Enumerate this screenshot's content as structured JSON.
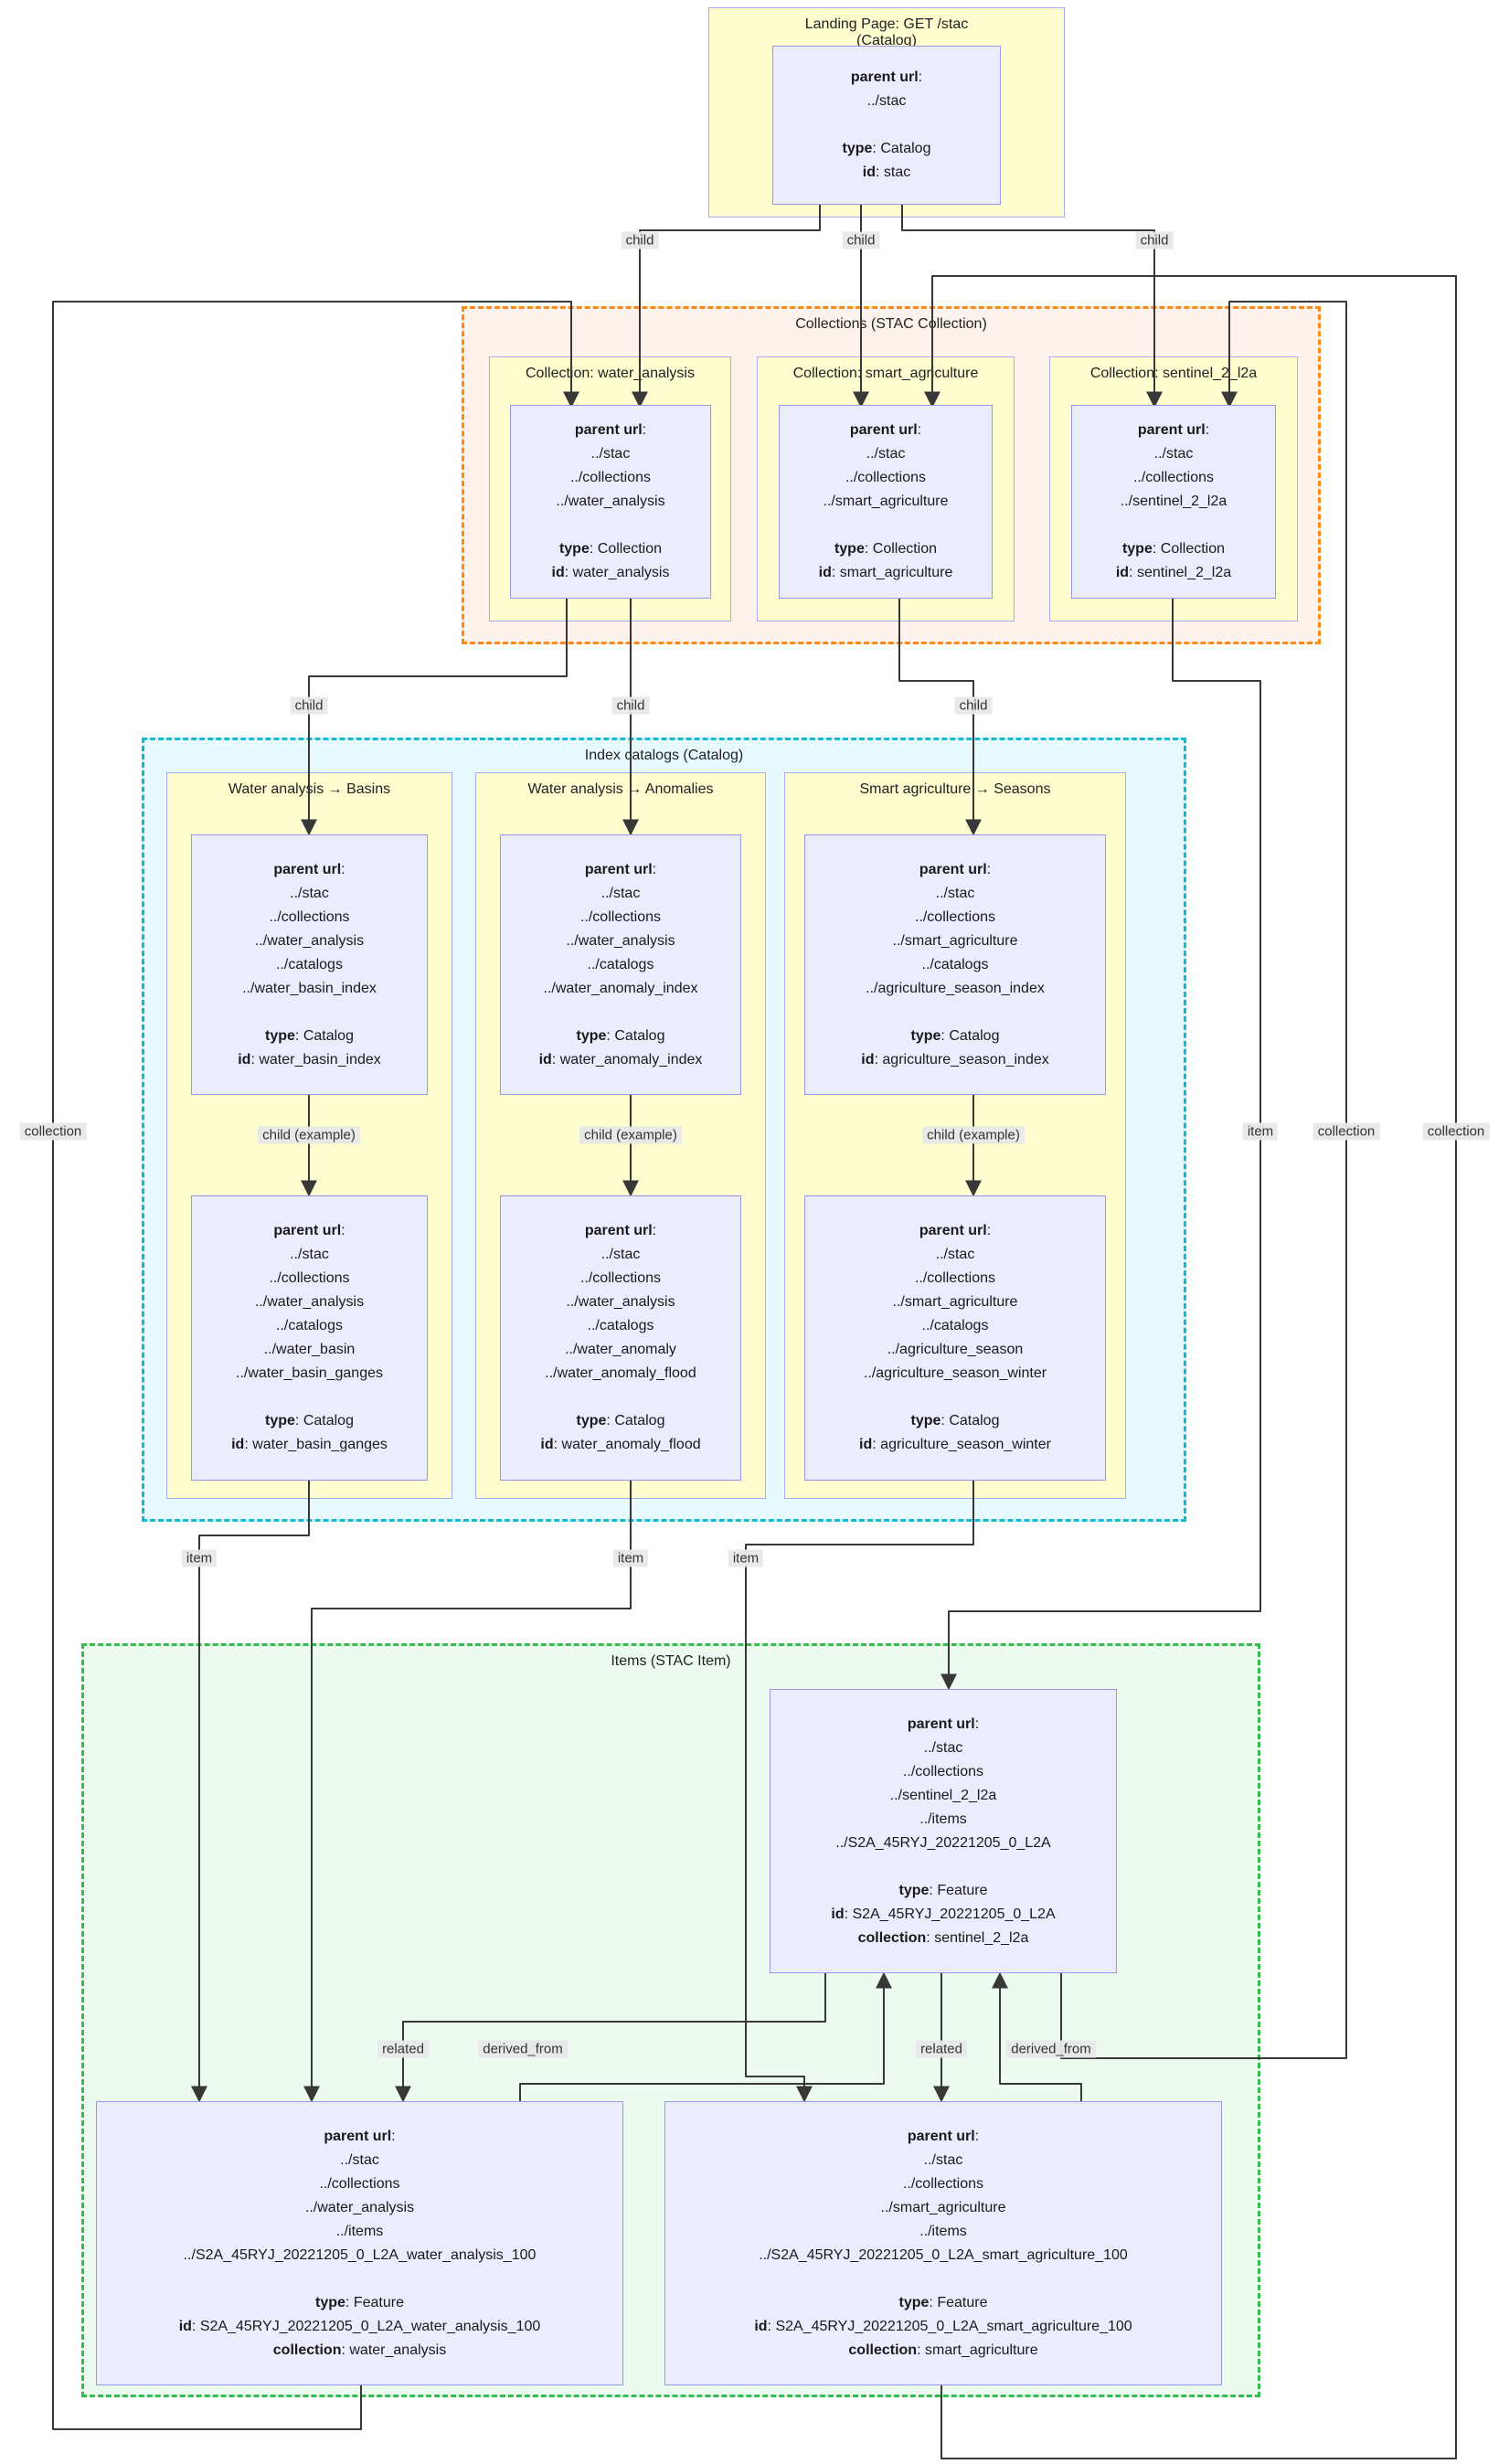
{
  "labels": {
    "parent_url": "parent url",
    "type": "type",
    "id": "id",
    "collection": "collection",
    "colon": ":"
  },
  "landing": {
    "title_line1": "Landing Page: GET /stac",
    "title_line2": "(Catalog)",
    "urls": [
      "../stac"
    ],
    "type": "Catalog",
    "id": "stac"
  },
  "collections_group": {
    "title": "Collections (STAC Collection)",
    "boxes": [
      {
        "title": "Collection: water_analysis",
        "urls": [
          "../stac",
          "../collections",
          "../water_analysis"
        ],
        "type": "Collection",
        "id": "water_analysis"
      },
      {
        "title": "Collection: smart_agriculture",
        "urls": [
          "../stac",
          "../collections",
          "../smart_agriculture"
        ],
        "type": "Collection",
        "id": "smart_agriculture"
      },
      {
        "title": "Collection: sentinel_2_l2a",
        "urls": [
          "../stac",
          "../collections",
          "../sentinel_2_l2a"
        ],
        "type": "Collection",
        "id": "sentinel_2_l2a"
      }
    ]
  },
  "index_group": {
    "title": "Index catalogs (Catalog)",
    "boxes": [
      {
        "title": "Water analysis → Basins",
        "index": {
          "urls": [
            "../stac",
            "../collections",
            "../water_analysis",
            "../catalogs",
            "../water_basin_index"
          ],
          "type": "Catalog",
          "id": "water_basin_index"
        },
        "example": {
          "urls": [
            "../stac",
            "../collections",
            "../water_analysis",
            "../catalogs",
            "../water_basin",
            "../water_basin_ganges"
          ],
          "type": "Catalog",
          "id": "water_basin_ganges"
        }
      },
      {
        "title": "Water analysis → Anomalies",
        "index": {
          "urls": [
            "../stac",
            "../collections",
            "../water_analysis",
            "../catalogs",
            "../water_anomaly_index"
          ],
          "type": "Catalog",
          "id": "water_anomaly_index"
        },
        "example": {
          "urls": [
            "../stac",
            "../collections",
            "../water_analysis",
            "../catalogs",
            "../water_anomaly",
            "../water_anomaly_flood"
          ],
          "type": "Catalog",
          "id": "water_anomaly_flood"
        }
      },
      {
        "title": "Smart agriculture → Seasons",
        "index": {
          "urls": [
            "../stac",
            "../collections",
            "../smart_agriculture",
            "../catalogs",
            "../agriculture_season_index"
          ],
          "type": "Catalog",
          "id": "agriculture_season_index"
        },
        "example": {
          "urls": [
            "../stac",
            "../collections",
            "../smart_agriculture",
            "../catalogs",
            "../agriculture_season",
            "../agriculture_season_winter"
          ],
          "type": "Catalog",
          "id": "agriculture_season_winter"
        }
      }
    ]
  },
  "items_group": {
    "title": "Items (STAC Item)",
    "items": [
      {
        "urls": [
          "../stac",
          "../collections",
          "../sentinel_2_l2a",
          "../items",
          "../S2A_45RYJ_20221205_0_L2A"
        ],
        "type": "Feature",
        "id": "S2A_45RYJ_20221205_0_L2A",
        "collection": "sentinel_2_l2a"
      },
      {
        "urls": [
          "../stac",
          "../collections",
          "../water_analysis",
          "../items",
          "../S2A_45RYJ_20221205_0_L2A_water_analysis_100"
        ],
        "type": "Feature",
        "id": "S2A_45RYJ_20221205_0_L2A_water_analysis_100",
        "collection": "water_analysis"
      },
      {
        "urls": [
          "../stac",
          "../collections",
          "../smart_agriculture",
          "../items",
          "../S2A_45RYJ_20221205_0_L2A_smart_agriculture_100"
        ],
        "type": "Feature",
        "id": "S2A_45RYJ_20221205_0_L2A_smart_agriculture_100",
        "collection": "smart_agriculture"
      }
    ]
  },
  "edge_labels": {
    "child": "child",
    "child_example": "child (example)",
    "item": "item",
    "related": "related",
    "derived_from": "derived_from",
    "collection": "collection"
  },
  "colors": {
    "node_fill": "#ececff",
    "node_border": "#9897e8",
    "subgraph_fill": "#fdfdd0",
    "subgraph_border": "#a9a9f5",
    "collections_border": "#ff8812",
    "collections_fill": "#fdf3ec",
    "index_border": "#12b9d5",
    "index_fill": "#e7fafd",
    "items_border": "#2fbf4f",
    "items_fill": "#edfaf0",
    "edge": "#383838",
    "edge_label_bg": "#e8e8e8"
  }
}
